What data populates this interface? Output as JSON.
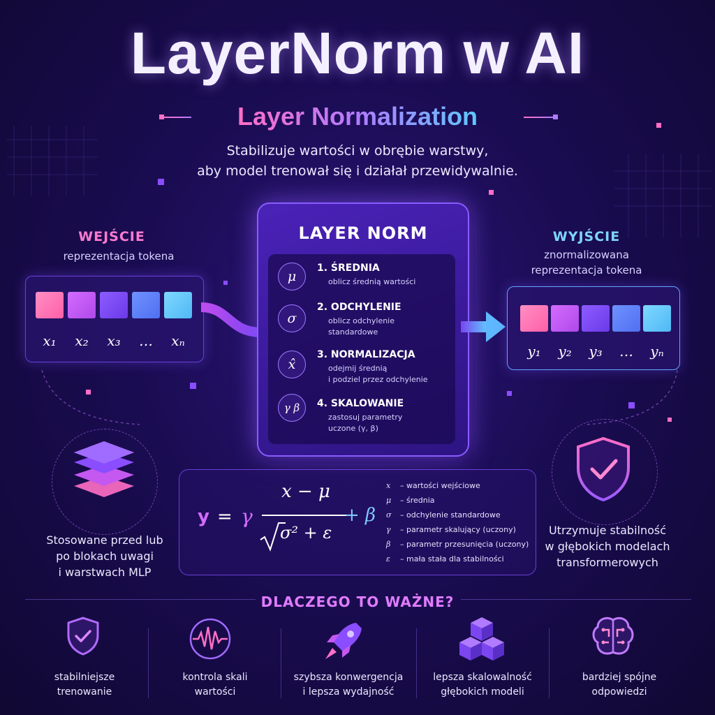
{
  "header": {
    "title": "LayerNorm w AI",
    "subtitle": "Layer Normalization",
    "tagline_line1": "Stabilizuje wartości w obrębie warstwy,",
    "tagline_line2": "aby model trenował się i działał przewidywalnie."
  },
  "input": {
    "heading": "WEJŚCIE",
    "caption": "reprezentacja tokena",
    "labels": [
      "x₁",
      "x₂",
      "x₃",
      "…",
      "xₙ"
    ]
  },
  "output": {
    "heading": "WYJŚCIE",
    "caption_line1": "znormalizowana",
    "caption_line2": "reprezentacja tokena",
    "labels": [
      "y₁",
      "y₂",
      "y₃",
      "…",
      "yₙ"
    ]
  },
  "layer_norm": {
    "title": "LAYER NORM",
    "steps": [
      {
        "symbol": "μ",
        "head": "1. ŚREDNIA",
        "desc1": "oblicz średnią wartości",
        "desc2": ""
      },
      {
        "symbol": "σ",
        "head": "2. ODCHYLENIE",
        "desc1": "oblicz odchylenie",
        "desc2": "standardowe"
      },
      {
        "symbol": "x̂",
        "head": "3. NORMALIZACJA",
        "desc1": "odejmij średnią",
        "desc2": "i podziel przez odchylenie"
      },
      {
        "symbol": "γ β",
        "head": "4. SKALOWANIE",
        "desc1": "zastosuj parametry",
        "desc2": "uczone (γ, β)"
      }
    ]
  },
  "formula": {
    "lhs": "y",
    "eq": "=",
    "gamma": "γ",
    "numerator": "x − μ",
    "denominator": "σ² + ε",
    "plus_beta": "+ β",
    "legend": [
      {
        "sym": "x",
        "text": "– wartości wejściowe"
      },
      {
        "sym": "μ",
        "text": "– średnia"
      },
      {
        "sym": "σ",
        "text": "– odchylenie standardowe"
      },
      {
        "sym": "γ",
        "text": "– parametr skalujący (uczony)"
      },
      {
        "sym": "β",
        "text": "– parametr przesunięcia (uczony)"
      },
      {
        "sym": "ε",
        "text": "– mała stała dla stabilności"
      }
    ]
  },
  "left_note": {
    "line1": "Stosowane przed lub",
    "line2": "po blokach uwagi",
    "line3": "i warstwach MLP"
  },
  "right_note": {
    "line1": "Utrzymuje stabilność",
    "line2": "w głębokich modelach",
    "line3": "transformerowych"
  },
  "why": {
    "title": "DLACZEGO TO WAŻNE?",
    "items": [
      {
        "icon": "shield-check-icon",
        "line1": "stabilniejsze",
        "line2": "trenowanie"
      },
      {
        "icon": "waveform-icon",
        "line1": "kontrola skali",
        "line2": "wartości"
      },
      {
        "icon": "rocket-icon",
        "line1": "szybsza konwergencja",
        "line2": "i lepsza wydajność"
      },
      {
        "icon": "cubes-icon",
        "line1": "lepsza skalowalność",
        "line2": "głębokich modeli"
      },
      {
        "icon": "brain-icon",
        "line1": "bardziej spójne",
        "line2": "odpowiedzi"
      }
    ]
  },
  "colors": {
    "background": "#140a3d",
    "accent_pink": "#ff6fc6",
    "accent_purple": "#8a5cff",
    "accent_blue": "#5fc8ff",
    "cube_colors": [
      "#ff6fb0",
      "#c052f0",
      "#7b45f0",
      "#5a7dff",
      "#58c8ff"
    ]
  }
}
